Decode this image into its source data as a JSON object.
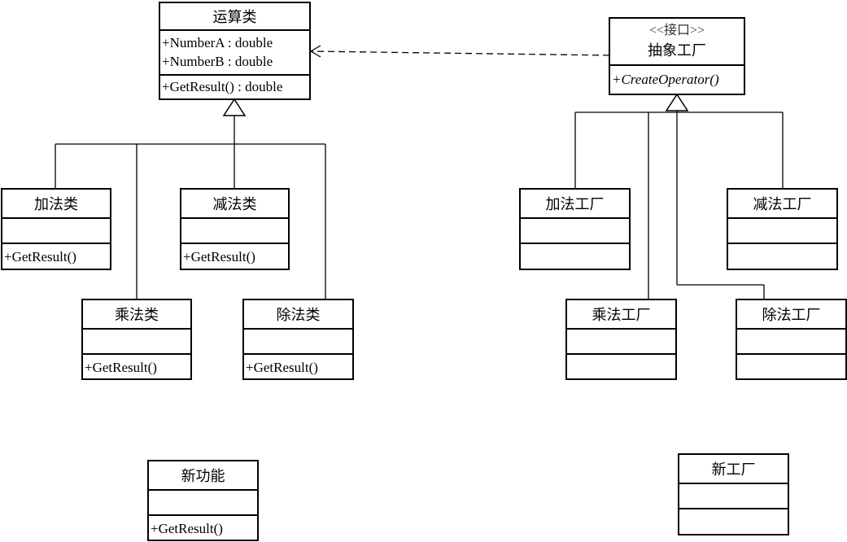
{
  "classes": {
    "operation": {
      "title": "运算类",
      "attrs": [
        "+NumberA : double",
        "+NumberB : double"
      ],
      "ops": [
        "+GetResult() : double"
      ]
    },
    "add": {
      "title": "加法类",
      "ops": [
        "+GetResult()"
      ]
    },
    "sub": {
      "title": "减法类",
      "ops": [
        "+GetResult()"
      ]
    },
    "mul": {
      "title": "乘法类",
      "ops": [
        "+GetResult()"
      ]
    },
    "div": {
      "title": "除法类",
      "ops": [
        "+GetResult()"
      ]
    },
    "newfeature": {
      "title": "新功能",
      "ops": [
        "+GetResult()"
      ]
    },
    "ifactory": {
      "stereotype": "<<接口>>",
      "title": "抽象工厂",
      "ops": [
        "+CreateOperator()"
      ]
    },
    "addfactory": {
      "title": "加法工厂"
    },
    "subfactory": {
      "title": "减法工厂"
    },
    "mulfactory": {
      "title": "乘法工厂"
    },
    "divfactory": {
      "title": "除法工厂"
    },
    "newfactory": {
      "title": "新工厂"
    }
  }
}
